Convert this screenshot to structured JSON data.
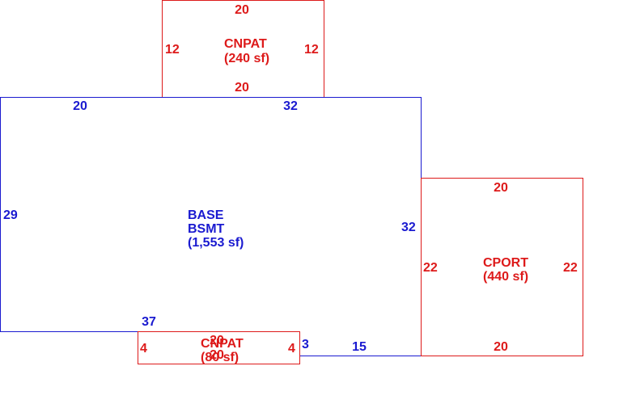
{
  "colors": {
    "base": "#1a1ad0",
    "addition": "#dd1a1a",
    "background": "#ffffff"
  },
  "areas": {
    "cnpat_top": {
      "code": "CNPAT",
      "area": "(240 sf)",
      "dims": {
        "top": "20",
        "bottom": "20",
        "left": "12",
        "right": "12"
      }
    },
    "base": {
      "code": "BASE",
      "code2": "BSMT",
      "area": "(1,553 sf)",
      "dims": {
        "top_left": "20",
        "top_right": "32",
        "left": "29",
        "right": "32",
        "bottom_left": "37",
        "notch_vertical": "3",
        "bottom_right": "15"
      }
    },
    "cport": {
      "code": "CPORT",
      "area": "(440 sf)",
      "dims": {
        "top": "20",
        "bottom": "20",
        "left": "22",
        "right": "22"
      }
    },
    "cnpat_bottom": {
      "code": "CNPAT",
      "area": "(80 sf)",
      "dims": {
        "top": "20",
        "bottom": "20",
        "left": "4",
        "right": "4"
      }
    }
  }
}
